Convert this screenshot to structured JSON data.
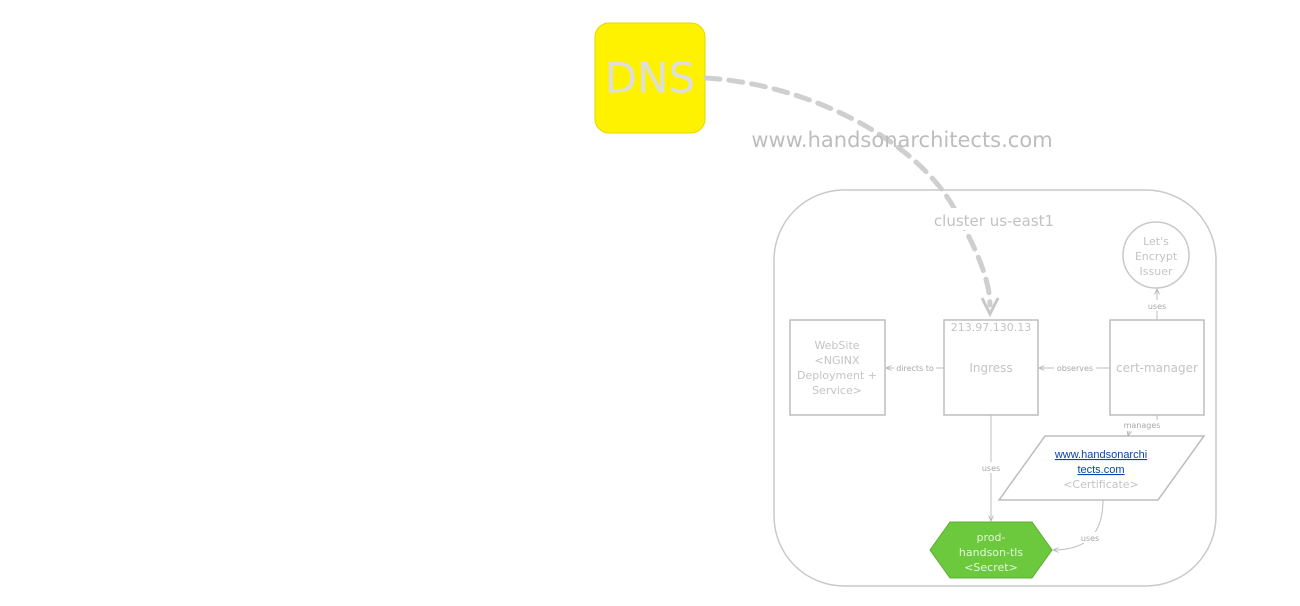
{
  "dns": {
    "label": "DNS",
    "color": "#fff200"
  },
  "domain_label": "www.handsonarchitects.com",
  "cluster": {
    "label": "cluster us-east1"
  },
  "issuer": {
    "line1": "Let's",
    "line2": "Encrypt",
    "line3": "Issuer"
  },
  "website": {
    "line1": "WebSite",
    "line2": "<NGINX",
    "line3": "Deployment +",
    "line4": "Service>"
  },
  "ingress": {
    "ip": "213.97.130.13",
    "label": "Ingress"
  },
  "cert_manager": {
    "label": "cert-manager"
  },
  "certificate": {
    "link1": "www.handsonarchi",
    "link2": "tects.com",
    "type": "<Certificate>",
    "link_color": "#0645ad"
  },
  "secret": {
    "line1": "prod-",
    "line2": "handson-tls",
    "line3": "<Secret>",
    "color": "#6cc83c"
  },
  "edges": {
    "directs_to": "directs to",
    "observes": "observes",
    "uses_issuer": "uses",
    "manages": "manages",
    "uses_secret": "uses",
    "cert_uses": "uses"
  }
}
